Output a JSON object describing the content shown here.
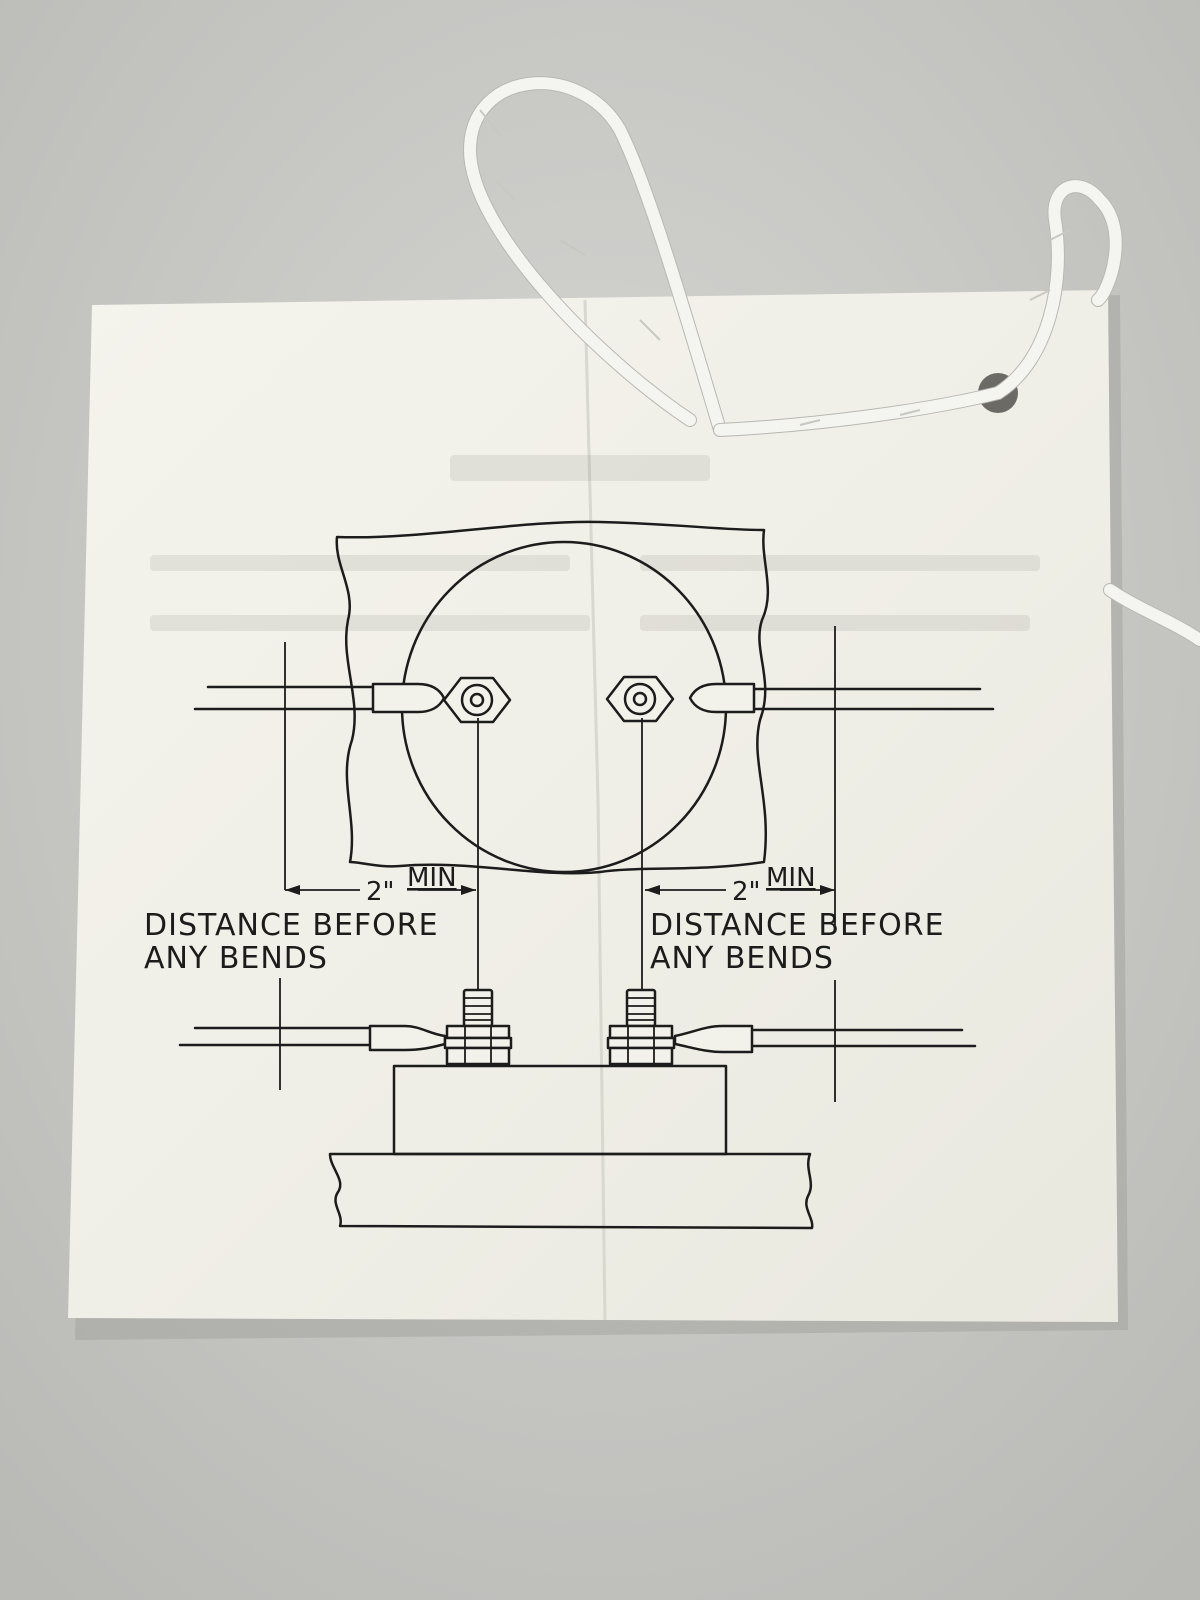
{
  "colors": {
    "background": "#c9c9c6",
    "paper": "#f2f1ea",
    "ink": "#1c1c1c",
    "cord": "#f4f4f0"
  },
  "diagram": {
    "left": {
      "dimension_value": "2\"",
      "dimension_unit": "MIN",
      "caption_line1": "DISTANCE BEFORE",
      "caption_line2": "ANY BENDS"
    },
    "right": {
      "dimension_value": "2\"",
      "dimension_unit": "MIN",
      "caption_line1": "DISTANCE BEFORE",
      "caption_line2": "ANY BENDS"
    }
  }
}
